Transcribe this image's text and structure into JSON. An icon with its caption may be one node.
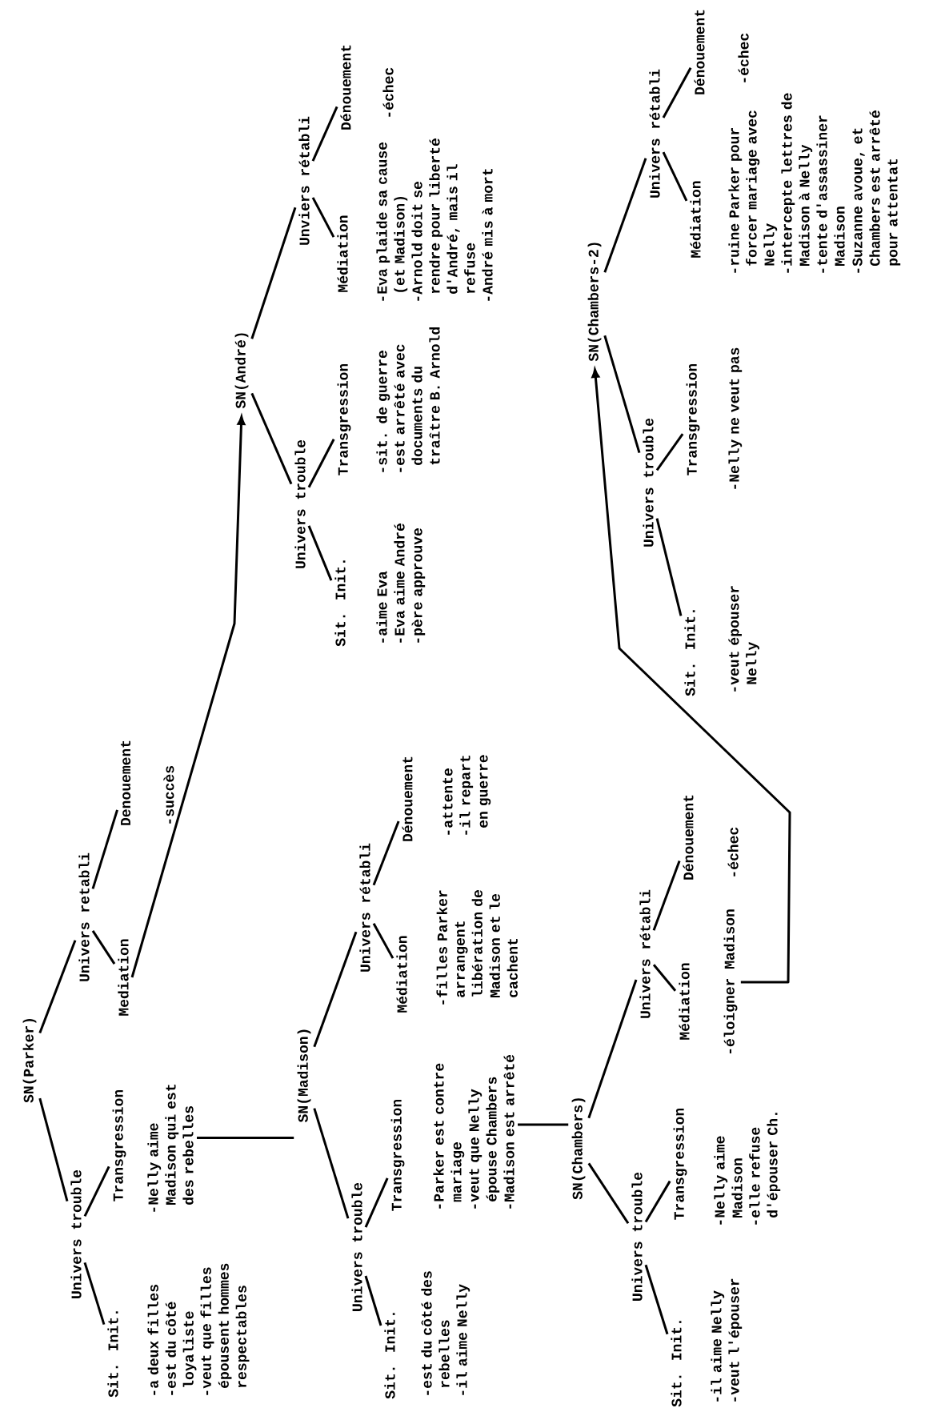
{
  "diagram": {
    "nodes": [
      {
        "text": [
          "SN(Parker)"
        ]
      },
      {
        "text": [
          "Univers trouble"
        ]
      },
      {
        "text": [
          "Sit. Init."
        ],
        "beside": [
          "-a deux filles",
          "-est du côté loyaliste",
          "-veut que filles épousent hommes respectables"
        ]
      },
      {
        "text": [
          "Transgression"
        ]
      },
      {
        "text": [
          "-Nelly aime Madison qui est des rebelles"
        ]
      },
      {
        "text": [
          "Univers retabli"
        ]
      },
      {
        "text": [
          "Mediation"
        ]
      },
      {
        "text": [
          "Denouement"
        ],
        "beside": [
          "-succès"
        ]
      },
      {
        "text": [
          "SN(Madison)"
        ]
      },
      {
        "text": [
          "Univers trouble"
        ]
      },
      {
        "text": [
          "Sit. Init."
        ],
        "beside": [
          "-est du côté des rebelles",
          "-il aime Nelly"
        ]
      },
      {
        "text": [
          "Transgression"
        ]
      },
      {
        "text": [
          "-Parker est contre mariage",
          "-veut que Nelly épouse Chambers",
          "-Madison est arrêté"
        ]
      },
      {
        "text": [
          "Univers rétabli"
        ]
      },
      {
        "text": [
          "Médiation"
        ],
        "beside": [
          "-filles Parker arrangent libération de Madison et le cachent"
        ]
      },
      {
        "text": [
          "Dénouement"
        ],
        "beside": [
          "-attente",
          "-il repart en guerre"
        ]
      },
      {
        "text": [
          "SN(Chambers)"
        ]
      },
      {
        "text": [
          "Univers trouble"
        ]
      },
      {
        "text": [
          "Sit. Init."
        ],
        "beside": [
          "-il aime Nelly",
          "-veut l'épouser"
        ]
      },
      {
        "text": [
          "Transgression"
        ],
        "beside": [
          "-Nelly aime Madison",
          "-elle refuse d'épouser Ch."
        ]
      },
      {
        "text": [
          "Univers rétabli"
        ]
      },
      {
        "text": [
          "Médiation"
        ]
      },
      {
        "text": [
          "-éloigner Madison"
        ]
      },
      {
        "text": [
          "Dénouement"
        ],
        "beside": [
          "-échec"
        ]
      },
      {
        "text": [
          "SN(André)"
        ]
      },
      {
        "text": [
          "Univers trouble"
        ]
      },
      {
        "text": [
          "Sit. Init."
        ],
        "beside": [
          "-aime Eva",
          "-Eva aime André",
          "-père approuve"
        ]
      },
      {
        "text": [
          "Transgression"
        ],
        "beside": [
          "-sit. de guerre",
          "-est arrêté avec documents du traître B. Arnold"
        ]
      },
      {
        "text": [
          "Unviers rétabli"
        ]
      },
      {
        "text": [
          "Médiation"
        ],
        "beside": [
          "-Eva plaide sa cause (et Madison)",
          "-Arnold doit se rendre pour liberté d'André, mais il refuse",
          "-André mis à mort"
        ]
      },
      {
        "text": [
          "Dénouement"
        ],
        "beside": [
          "-échec"
        ]
      },
      {
        "text": [
          "SN(Chambers-2)"
        ]
      },
      {
        "text": [
          "Univers trouble"
        ]
      },
      {
        "text": [
          "Sit. Init."
        ],
        "beside": [
          "-veut épouser Nelly"
        ]
      },
      {
        "text": [
          "Transgression"
        ],
        "beside": [
          "-Nelly ne veut pas"
        ]
      },
      {
        "text": [
          "Univers rétabli"
        ]
      },
      {
        "text": [
          "Médiation"
        ],
        "beside": [
          "-ruine Parker pour forcer mariage avec Nelly",
          "-intercepte lettres de Madison à Nelly",
          "-tente d'assassiner Madison",
          "-Suzanne avoue, et Chambers est arrêté pour attentat"
        ]
      },
      {
        "text": [
          "Dénouement"
        ],
        "beside": [
          "-échec"
        ]
      }
    ],
    "edges": [
      {
        "from": 0,
        "to": 1,
        "arrow": "none"
      },
      {
        "from": 0,
        "to": 5,
        "arrow": "none"
      },
      {
        "from": 1,
        "to": 2,
        "arrow": "none"
      },
      {
        "from": 1,
        "to": 3,
        "arrow": "none"
      },
      {
        "from": 5,
        "to": 6,
        "arrow": "none"
      },
      {
        "from": 5,
        "to": 7,
        "arrow": "none"
      },
      {
        "from": 4,
        "to": 8,
        "arrow": "none"
      },
      {
        "from": 8,
        "to": 9,
        "arrow": "none"
      },
      {
        "from": 8,
        "to": 13,
        "arrow": "none"
      },
      {
        "from": 9,
        "to": 10,
        "arrow": "none"
      },
      {
        "from": 9,
        "to": 11,
        "arrow": "none"
      },
      {
        "from": 13,
        "to": 14,
        "arrow": "none"
      },
      {
        "from": 13,
        "to": 15,
        "arrow": "none"
      },
      {
        "from": 12,
        "to": 16,
        "arrow": "none"
      },
      {
        "from": 16,
        "to": 17,
        "arrow": "none"
      },
      {
        "from": 16,
        "to": 20,
        "arrow": "none"
      },
      {
        "from": 17,
        "to": 18,
        "arrow": "none"
      },
      {
        "from": 17,
        "to": 19,
        "arrow": "none"
      },
      {
        "from": 20,
        "to": 21,
        "arrow": "none"
      },
      {
        "from": 20,
        "to": 23,
        "arrow": "none"
      },
      {
        "from": 6,
        "to": 24,
        "arrow": "to"
      },
      {
        "from": 24,
        "to": 25,
        "arrow": "none"
      },
      {
        "from": 24,
        "to": 28,
        "arrow": "none"
      },
      {
        "from": 25,
        "to": 26,
        "arrow": "none"
      },
      {
        "from": 25,
        "to": 27,
        "arrow": "none"
      },
      {
        "from": 28,
        "to": 29,
        "arrow": "none"
      },
      {
        "from": 28,
        "to": 30,
        "arrow": "none"
      },
      {
        "from": 22,
        "to": 31,
        "arrow": "to"
      },
      {
        "from": 31,
        "to": 32,
        "arrow": "none"
      },
      {
        "from": 31,
        "to": 35,
        "arrow": "none"
      },
      {
        "from": 32,
        "to": 33,
        "arrow": "none"
      },
      {
        "from": 32,
        "to": 34,
        "arrow": "none"
      },
      {
        "from": 35,
        "to": 36,
        "arrow": "none"
      },
      {
        "from": 35,
        "to": 37,
        "arrow": "none"
      }
    ]
  }
}
